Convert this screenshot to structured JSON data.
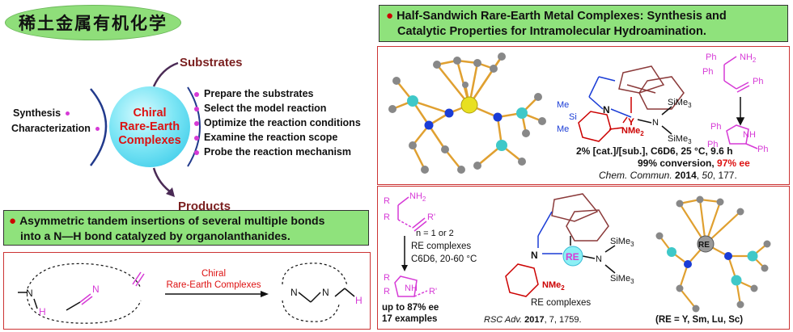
{
  "title_cn": "稀土金属有机化学",
  "hub": {
    "center_lines": [
      "Chiral",
      "Rare-Earth",
      "Complexes"
    ],
    "substrates": "Substrates",
    "products": "Products",
    "left_items": [
      "Synthesis",
      "Characterization"
    ],
    "steps": [
      "Prepare the substrates",
      "Select the model reaction",
      "Optimize the reaction conditions",
      "Examine the reaction scope",
      "Probe the reaction mechanism"
    ]
  },
  "top_right": {
    "title_line1": "Half-Sandwich Rare-Earth Metal Complexes: Synthesis and",
    "title_line2": "Catalytic Properties for Intramolecular Hydroamination.",
    "metal_label": "Y",
    "me": "Me",
    "si": "Si",
    "n": "N",
    "sime3": "SiMe",
    "nme2": "NMe",
    "ph": "Ph",
    "nh2": "NH",
    "nh": "NH",
    "conditions_line1": "2% [cat.]/[sub.], C6D6, 25 °C, 9.6 h",
    "conversion": "99% conversion, ",
    "ee": "97% ee",
    "ref_journal": "Chem. Commun.",
    "ref_year": "2014",
    "ref_vol": "50",
    "ref_page": ", 177."
  },
  "bottom_left": {
    "title_line1": "Asymmetric tandem insertions of several multiple bonds",
    "title_line2": "into a N—H bond catalyzed by organolanthanides.",
    "arrow_label1": "Chiral",
    "arrow_label2": "Rare-Earth Complexes",
    "n": "N",
    "h": "H"
  },
  "bottom_right": {
    "r": "R",
    "r_prime": "R'",
    "nh2": "NH",
    "n_range": "n = 1 or 2",
    "cond1": "RE complexes",
    "cond2": "C6D6, 20-60 °C",
    "nh": "NH",
    "yield": "up to 87% ee",
    "examples": "17 examples",
    "re_label": "RE",
    "re_complexes": "RE complexes",
    "ref_journal": "RSC Adv.",
    "ref_year": "2017",
    "ref_rest": ", 7, 1759.",
    "crystal_re": "RE",
    "crystal_caption": "(RE = Y, Sm, Lu, Sc)"
  }
}
